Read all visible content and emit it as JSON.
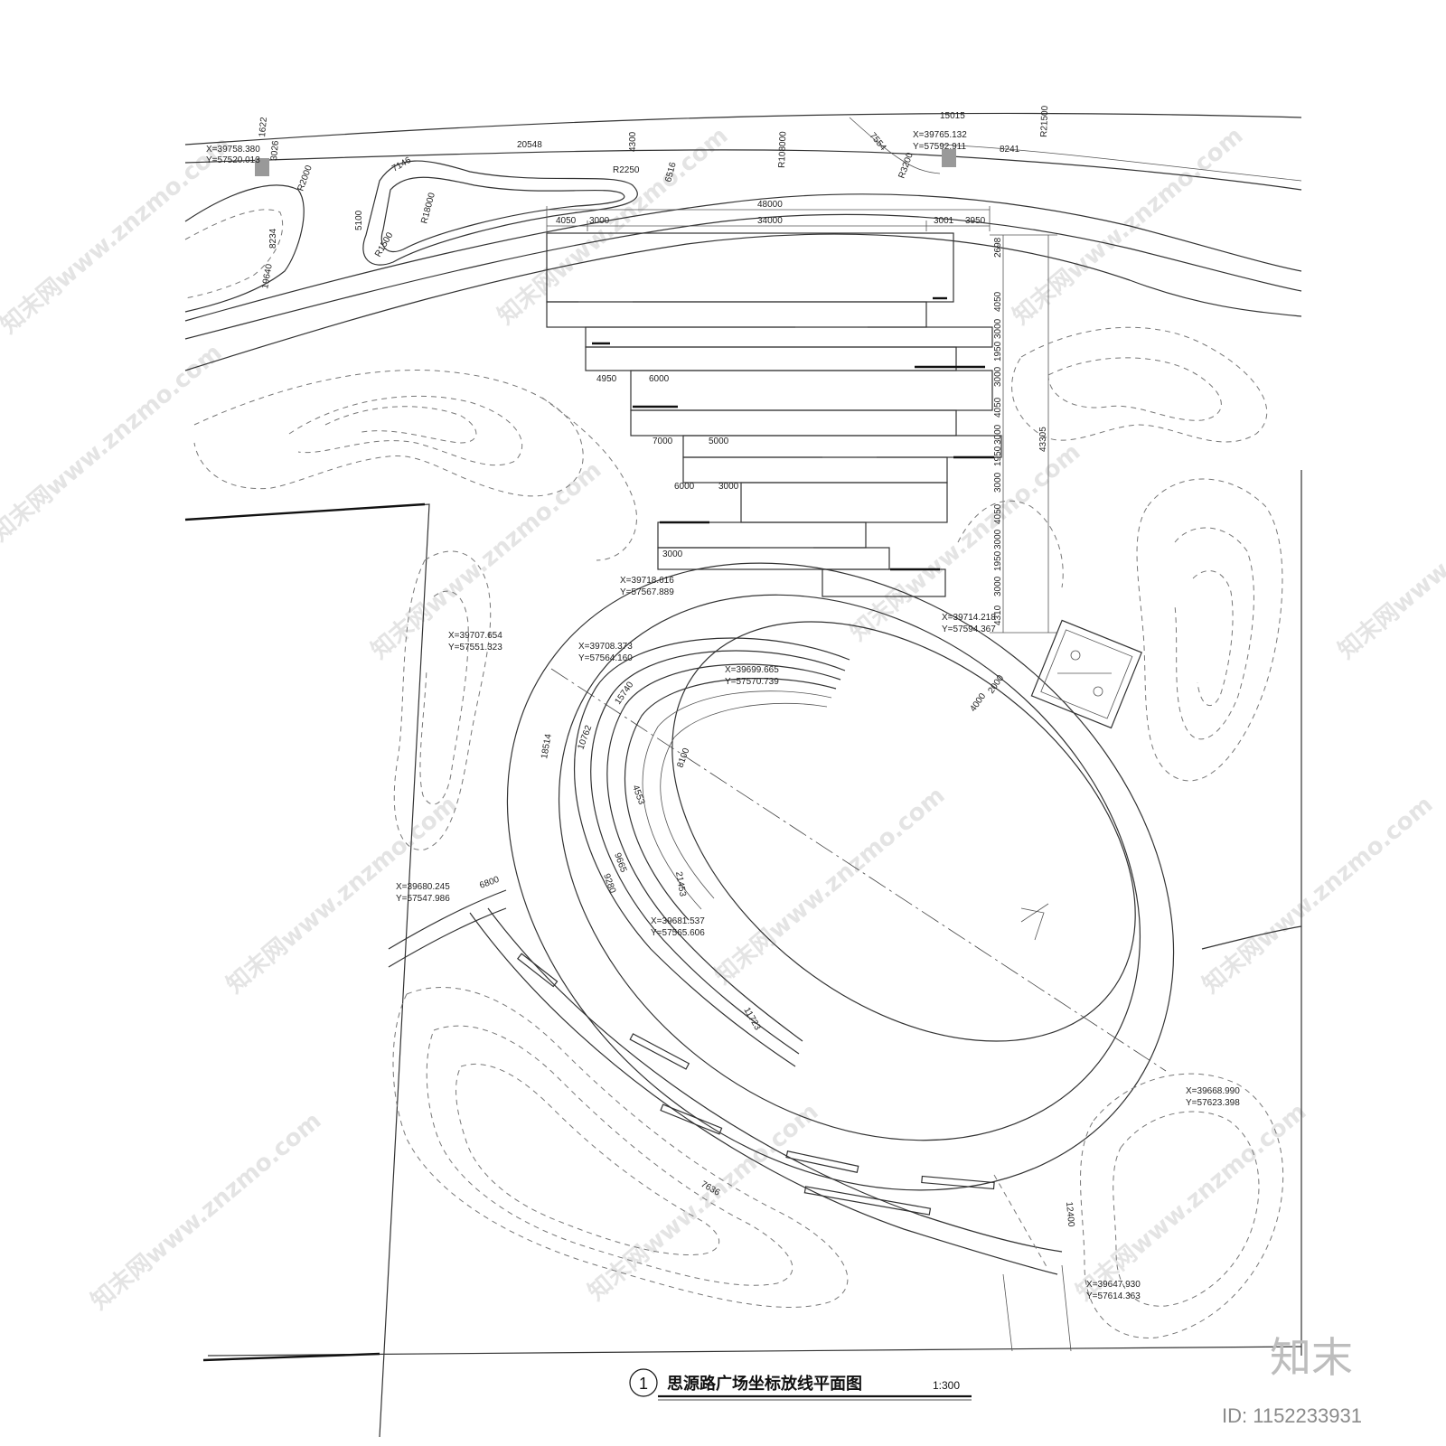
{
  "title": {
    "number": "1",
    "text": "思源路广场坐标放线平面图",
    "scale": "1:300"
  },
  "branding": {
    "logo_text": "知末",
    "image_id": "ID: 1152233931"
  },
  "watermark": "知末网www.znzmo.com",
  "coordinates": [
    {
      "x": "X=39758.380",
      "y": "Y=57520.013"
    },
    {
      "x": "X=39765.132",
      "y": "Y=57592.911"
    },
    {
      "x": "X=39718.616",
      "y": "Y=57567.889"
    },
    {
      "x": "X=39714.218",
      "y": "Y=57594.367"
    },
    {
      "x": "X=39707.654",
      "y": "Y=57551.323"
    },
    {
      "x": "X=39708.373",
      "y": "Y=57564.160"
    },
    {
      "x": "X=39699.665",
      "y": "Y=57570.739"
    },
    {
      "x": "X=39680.245",
      "y": "Y=57547.986"
    },
    {
      "x": "X=39681.537",
      "y": "Y=57565.606"
    },
    {
      "x": "X=39668.990",
      "y": "Y=57623.398"
    },
    {
      "x": "X=39647.930",
      "y": "Y=57614.363"
    }
  ],
  "dimensions": {
    "road_top": [
      "1622",
      "3026",
      "20548",
      "4300",
      "15015",
      "R21500",
      "R108000",
      "7554",
      "8241",
      "R3200",
      "R2000",
      "7146",
      "R2250",
      "6516",
      "R18000",
      "R1500",
      "5100",
      "8234",
      "19640"
    ],
    "stairs_top": [
      "48000",
      "4050",
      "3000",
      "34000",
      "3001",
      "3950"
    ],
    "stairs_right": [
      "2698",
      "4050",
      "3000",
      "1950",
      "3000",
      "4050",
      "3000",
      "1950",
      "3000",
      "4050",
      "3000",
      "1950",
      "3000",
      "4310",
      "43305"
    ],
    "stairs_left": [
      "4950",
      "6000",
      "7000",
      "5000",
      "6000",
      "3000",
      "3000"
    ],
    "oval": [
      "4000",
      "2000",
      "18514",
      "10762",
      "15740",
      "4553",
      "8100",
      "9665",
      "9280",
      "21453",
      "11723",
      "6800",
      "7636",
      "12400"
    ]
  }
}
